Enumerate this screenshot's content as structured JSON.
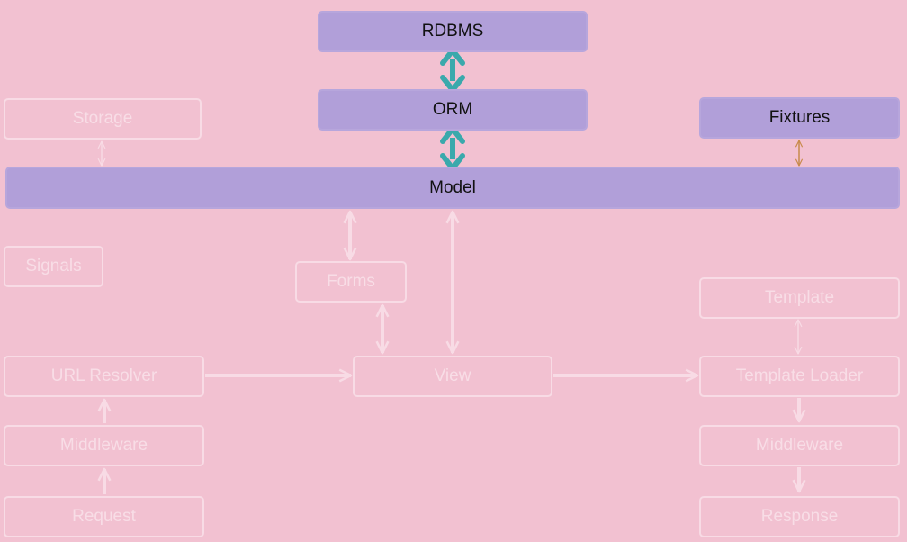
{
  "nodes": {
    "rdbms": "RDBMS",
    "orm": "ORM",
    "fixtures": "Fixtures",
    "model": "Model",
    "storage": "Storage",
    "signals": "Signals",
    "forms": "Forms",
    "template": "Template",
    "url_resolver": "URL Resolver",
    "view": "View",
    "template_loader": "Template Loader",
    "middleware_in": "Middleware",
    "middleware_out": "Middleware",
    "request": "Request",
    "response": "Response"
  },
  "colors": {
    "background": "#f2c1d1",
    "active_box": "#b19fd9",
    "faded_stroke": "#f8dbe5",
    "teal_arrow": "#3aa9ac",
    "orange_arrow": "#c88a4a"
  }
}
